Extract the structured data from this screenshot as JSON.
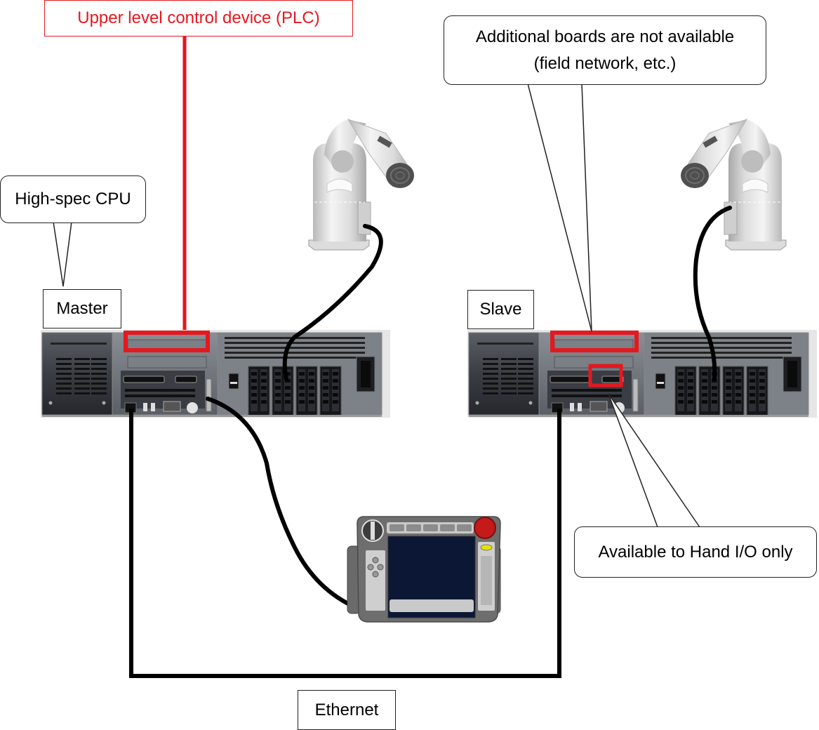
{
  "diagram": {
    "title": "Master/Slave robot controller configuration",
    "colors": {
      "highlight": "#e5181f",
      "cable": "#000000",
      "controller_body": "#2e3138",
      "pendant_screen": "#0c1735",
      "robot_body": "#e8e8e8"
    }
  },
  "labels": {
    "plc": "Upper level control device (PLC)",
    "high_spec_cpu": "High-spec CPU",
    "master": "Master",
    "slave": "Slave",
    "additional_boards_line1": "Additional boards are not available",
    "additional_boards_line2": "(field network, etc.)",
    "hand_io": "Available to Hand I/O only",
    "ethernet": "Ethernet"
  },
  "devices": {
    "master_controller": "master-controller",
    "slave_controller": "slave-controller",
    "master_robot": "robot-arm",
    "slave_robot": "robot-arm",
    "teaching_pendant": "teaching-pendant"
  },
  "connections": [
    {
      "from": "plc",
      "to": "master_controller",
      "type": "red-line"
    },
    {
      "from": "master_controller",
      "to": "master_robot",
      "type": "cable"
    },
    {
      "from": "slave_controller",
      "to": "slave_robot",
      "type": "cable"
    },
    {
      "from": "master_controller",
      "to": "teaching_pendant",
      "type": "cable"
    },
    {
      "from": "master_controller",
      "to": "slave_controller",
      "type": "ethernet"
    }
  ]
}
